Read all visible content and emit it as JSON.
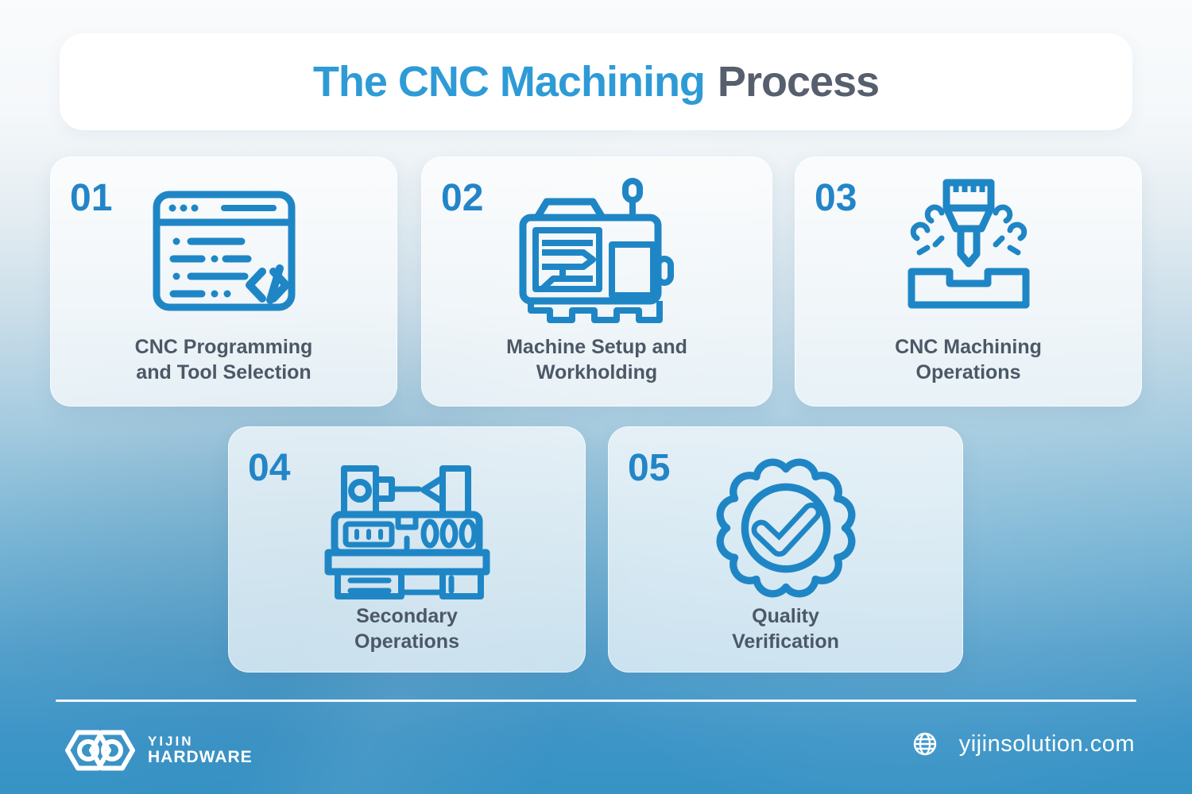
{
  "title": {
    "part1": "The CNC Machining",
    "part2": "Process"
  },
  "steps": [
    {
      "number": "01",
      "line1": "CNC Programming",
      "line2": "and Tool Selection",
      "icon": "code-window-icon"
    },
    {
      "number": "02",
      "line1": "Machine Setup and",
      "line2": "Workholding",
      "icon": "machine-setup-icon"
    },
    {
      "number": "03",
      "line1": "CNC Machining",
      "line2": "Operations",
      "icon": "milling-tool-icon"
    },
    {
      "number": "04",
      "line1": "Secondary",
      "line2": "Operations",
      "icon": "lathe-machine-icon"
    },
    {
      "number": "05",
      "line1": "Quality",
      "line2": "Verification",
      "icon": "quality-badge-icon"
    }
  ],
  "footer": {
    "brand_line1": "YIJIN",
    "brand_line2": "HARDWARE",
    "website": "yijinsolution.com"
  },
  "colors": {
    "title_blue": "#2E9BD6",
    "title_gray": "#565F6D",
    "number_blue": "#2385C8",
    "icon_blue": "#1F86C6",
    "label_gray": "#4C5866",
    "bottom_blue": "#3793C5"
  }
}
